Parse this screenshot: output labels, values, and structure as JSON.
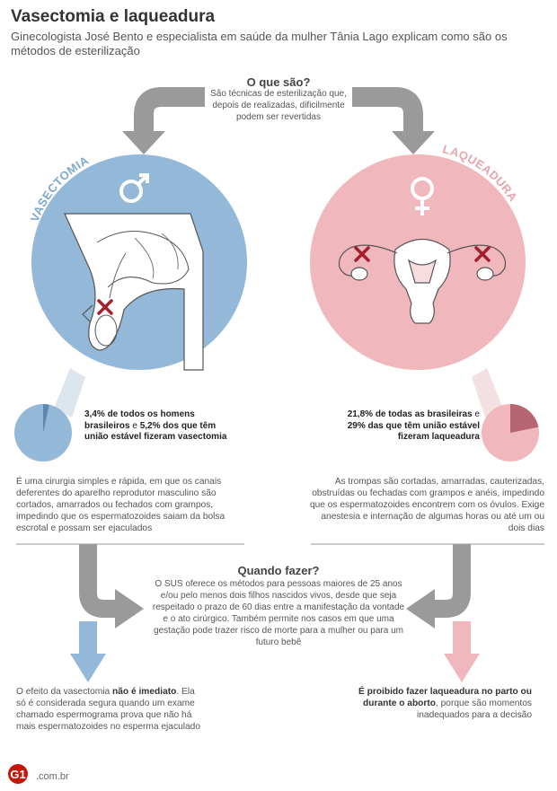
{
  "header": {
    "title": "Vasectomia e laqueadura",
    "subtitle": "Ginecologista José Bento e especialista em saúde da mulher Tânia Lago explicam como são os métodos de esterilização"
  },
  "what_are": {
    "title": "O que são?",
    "text": "São técnicas de esterilização que, depois de realizadas, dificilmente podem ser revertidas"
  },
  "vasectomy": {
    "label": "VASECTOMIA",
    "symbol": "♂",
    "stat_bold": "3,4% de todos os homens brasileiros",
    "stat_connector": " e ",
    "stat_bold_2": "5,2% dos que têm união estável fizeram vasectomia",
    "percent": 3.4,
    "description": "É uma cirurgia simples e rápida, em que os canais deferentes do aparelho reprodutor masculino são cortados, amarrados ou fechados com grampos, impedindo que os espermatozoides saiam da bolsa escrotal e possam ser ejaculados",
    "note_pre": "O efeito da vasectomia ",
    "note_bold": "não é imediato",
    "note_post": ". Ela só é considerada segura quando um exame chamado espermograma prova que não há mais espermatozoides no esperma ejaculado",
    "color": "#93b8d8"
  },
  "tubal_ligation": {
    "label": "LAQUEADURA",
    "symbol": "♀",
    "stat_bold": "21,8% de todas as brasileiras",
    "stat_connector": " e ",
    "stat_bold_2": "29% das que têm união estável fizeram laqueadura",
    "percent": 21.8,
    "description": "As trompas são cortadas, amarradas, cauterizadas, obstruídas ou fechadas com grampos e anéis, impedindo que os espermatozoides encontrem com os óvulos. Exige anestesia e internação de algumas horas ou até um ou dois dias",
    "note_bold": "É proibido fazer laqueadura no parto ou durante o aborto",
    "note_post": ", porque são momentos inadequados para a decisão",
    "color": "#f0b8bd"
  },
  "when": {
    "title": "Quando fazer?",
    "text": "O SUS oferece os métodos para pessoas maiores de 25 anos e/ou pelo menos dois filhos nascidos vivos, desde que seja respeitado o prazo de 60 dias entre a manifestação da vontade e o ato cirúrgico. Também permite nos casos em que uma gestação pode trazer risco de morte para a mulher ou para um futuro bebê"
  },
  "footer": {
    "logo": "G1",
    "suffix": ".com.br"
  },
  "colors": {
    "arrow_gray": "#9a9a9a",
    "mark_red": "#a31f2e",
    "pie_dark_blue": "#5f87ac",
    "pie_dark_pink": "#b56670"
  }
}
